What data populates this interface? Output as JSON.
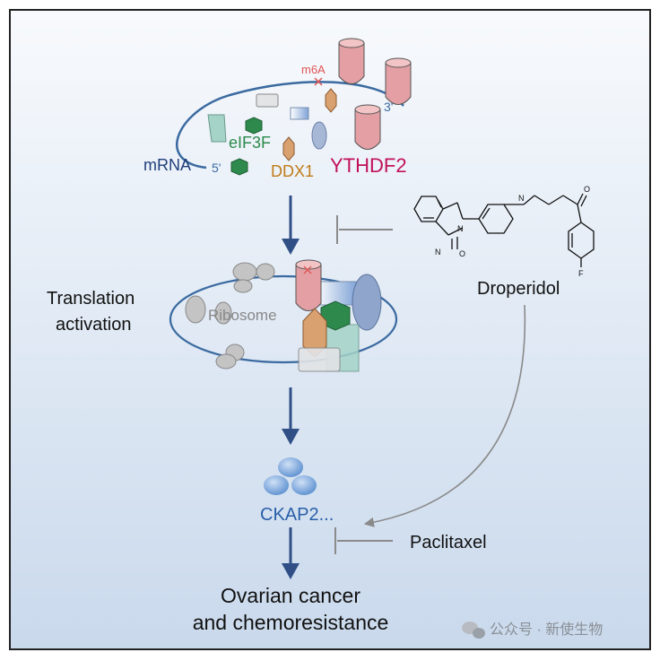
{
  "labels": {
    "m6a": "m6A",
    "five_prime": "5'",
    "three_prime": "3'",
    "mrna": "mRNA",
    "eif3f": "eIF3F",
    "ddx1": "DDX1",
    "ythdf2": "YTHDF2",
    "droperidol": "Droperidol",
    "translation_line1": "Translation",
    "translation_line2": "activation",
    "ribosome": "Ribosome",
    "ckap2": "CKAP2...",
    "paclitaxel": "Paclitaxel",
    "outcome_line1": "Ovarian cancer",
    "outcome_line2": "and chemoresistance",
    "watermark": "公众号 · 新使生物",
    "atom_o_top": "O",
    "atom_n1": "N",
    "atom_n2": "N",
    "atom_n3": "N",
    "atom_o_bottom": "O",
    "atom_f": "F"
  },
  "colors": {
    "arrow": "#2f4f86",
    "ring": "#3a6aa0",
    "ythdf2_fill": "#e39fa3",
    "ythdf2_text": "#c0115a",
    "eif3f": "#2d8a4c",
    "ddx1": "#d9a070",
    "ddx1_text": "#c07b1a",
    "mrna_text": "#1f3f7a",
    "ckap2_text": "#2a5fa8",
    "inhibit": "#8a8a8a",
    "m6a": "#e05555"
  }
}
